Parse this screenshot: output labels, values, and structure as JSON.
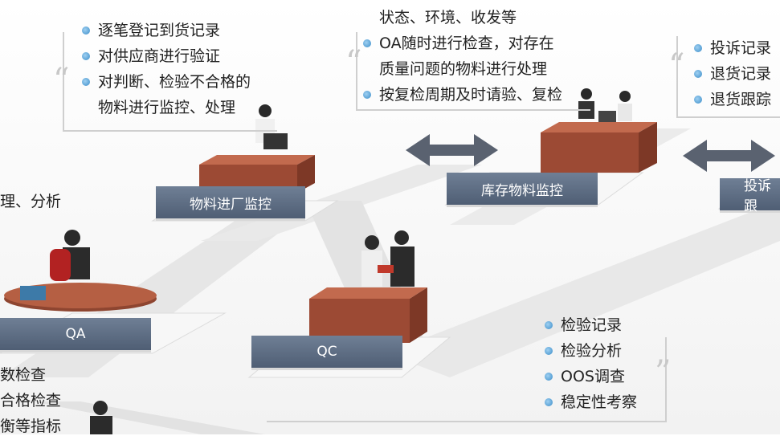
{
  "nodes": {
    "qa": "QA",
    "qc": "QC",
    "incoming": "物料进厂监控",
    "inventory": "库存物料监控",
    "complaint": "投诉跟"
  },
  "incoming_list": [
    "逐笔登记到货记录",
    "对供应商进行验证",
    "对判断、检验不合格的",
    "物料进行监控、处理"
  ],
  "inventory_list": [
    "状态、环境、收发等",
    "OA随时进行检查，对存在",
    "质量问题的物料进行处理",
    "按复检周期及时请验、复检"
  ],
  "complaint_list": [
    "投诉记录",
    "退货记录",
    "退货跟踪"
  ],
  "qc_list": [
    "检验记录",
    "检验分析",
    "OOS调查",
    "稳定性考察"
  ],
  "left_texts": [
    "理、分析",
    "数检查",
    "合格检查",
    "衡等指标"
  ],
  "colors": {
    "box": "#5b6a80",
    "desk": "#a0503a",
    "arrow": "#5a6270",
    "bullet": "#3a8cc8"
  }
}
